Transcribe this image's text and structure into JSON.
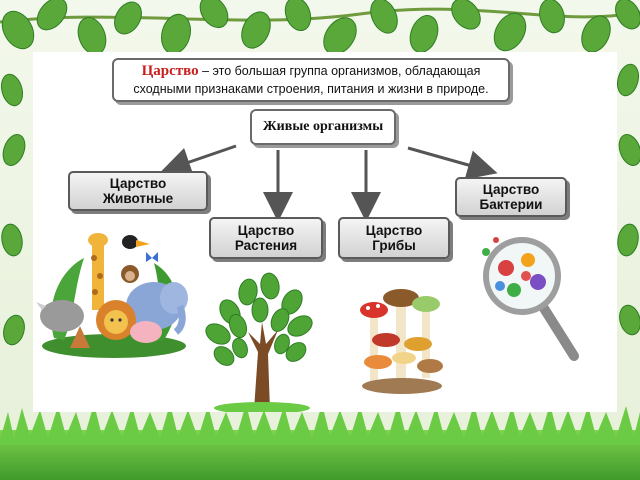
{
  "definition": {
    "term": "Царство",
    "text": " – это большая группа организмов, обладающая сходными признаками строения, питания и жизни в природе."
  },
  "root": {
    "label": "Живые организмы"
  },
  "kingdoms": [
    {
      "line1": "Царство",
      "line2": "Животные"
    },
    {
      "line1": "Царство",
      "line2": "Растения"
    },
    {
      "line1": "Царство",
      "line2": "Грибы"
    },
    {
      "line1": "Царство",
      "line2": "Бактерии"
    }
  ],
  "colors": {
    "leaf": "#5aa83a",
    "leaf_dark": "#2f7d24",
    "grass": "#5cc03c",
    "arrow": "#555555",
    "term": "#c81e1e",
    "box_fill": "#e3e3e3"
  },
  "icons": [
    "leaf-garland-top",
    "grass-border-bottom",
    "animals-illustration",
    "tree-illustration",
    "mushrooms-illustration",
    "bacteria-magnifier-illustration"
  ]
}
